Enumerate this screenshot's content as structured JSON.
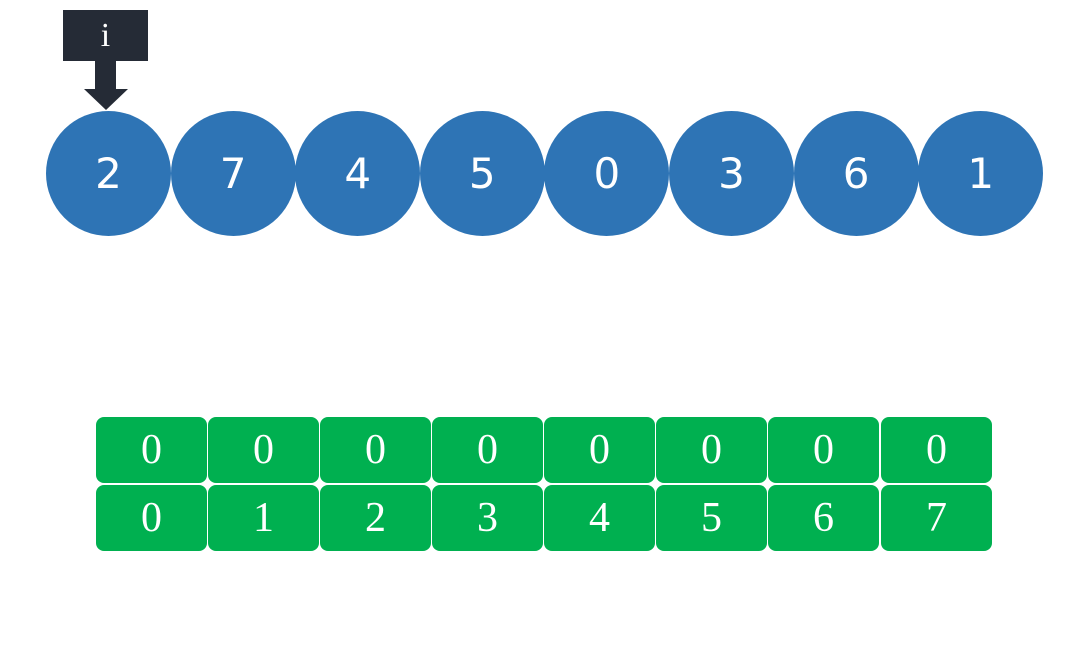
{
  "pointer": {
    "label": "i",
    "target_index": 0,
    "color": "#252b36"
  },
  "array": {
    "values": [
      "2",
      "7",
      "4",
      "5",
      "0",
      "3",
      "6",
      "1"
    ],
    "color": "#2e74b5"
  },
  "table": {
    "top_row": [
      "0",
      "0",
      "0",
      "0",
      "0",
      "0",
      "0",
      "0"
    ],
    "bottom_row": [
      "0",
      "1",
      "2",
      "3",
      "4",
      "5",
      "6",
      "7"
    ],
    "color": "#00b050"
  }
}
